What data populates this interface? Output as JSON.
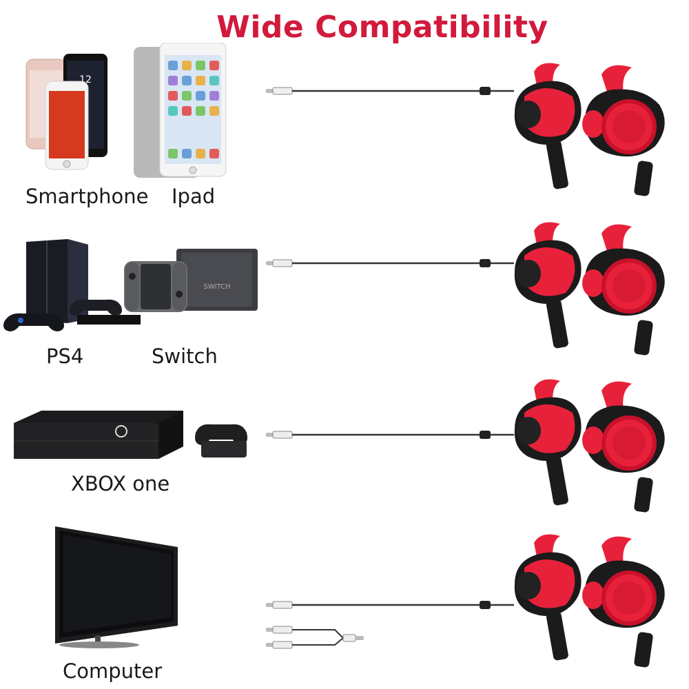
{
  "title": "Wide Compatibility",
  "rows": [
    {
      "labels": [
        "Smartphone",
        "Ipad"
      ]
    },
    {
      "labels": [
        "PS4",
        "Switch"
      ]
    },
    {
      "labels": [
        "XBOX one"
      ]
    },
    {
      "labels": [
        "Computer"
      ]
    }
  ],
  "colors": {
    "title": "#d11a3c",
    "earbud_red": "#e8213a",
    "earbud_black": "#1b1b1b",
    "cable": "#333333"
  },
  "icons": [
    "smartphone-icon",
    "tablet-icon",
    "ps4-console-icon",
    "switch-console-icon",
    "xbox-console-icon",
    "tv-monitor-icon",
    "earbuds-icon",
    "audio-cable-icon"
  ]
}
